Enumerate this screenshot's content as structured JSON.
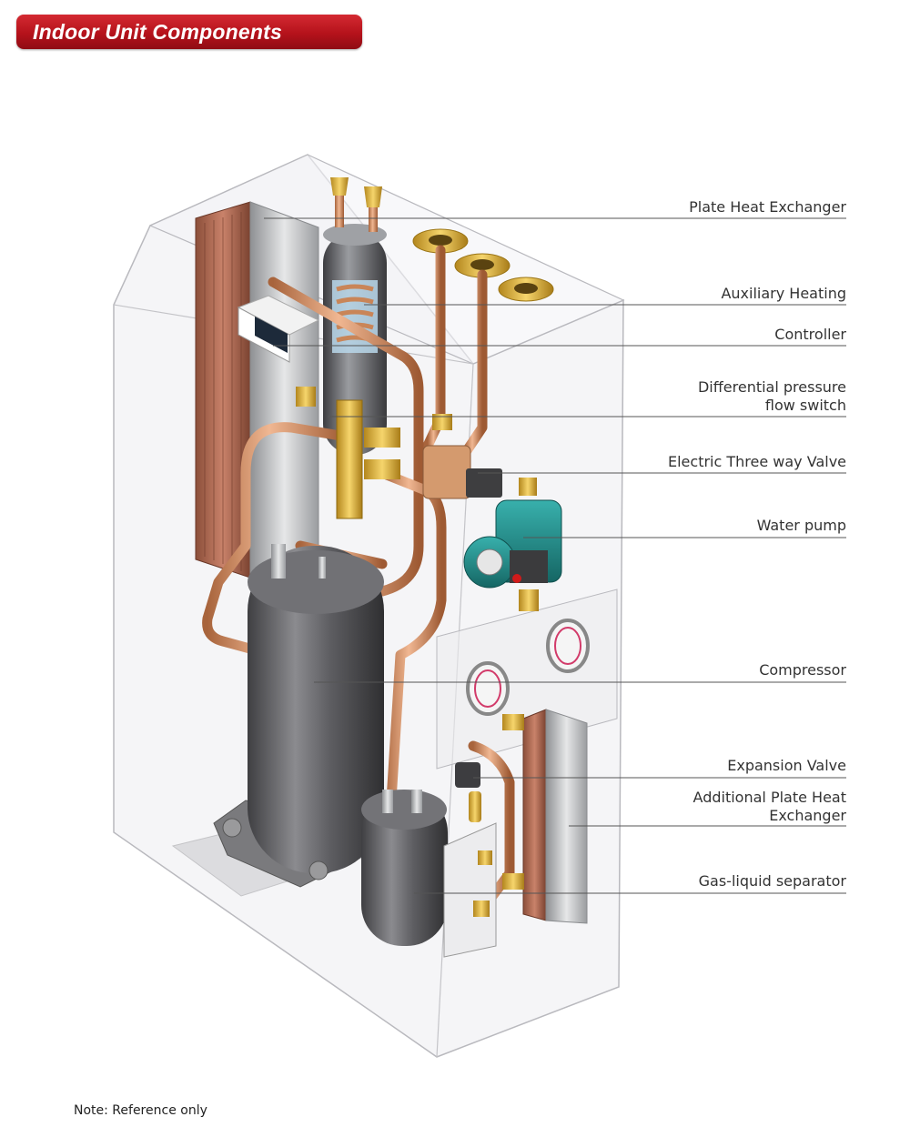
{
  "header": {
    "title": "Indoor Unit Components"
  },
  "labels": {
    "plate_heat_exchanger": "Plate Heat Exchanger",
    "auxiliary_heating": "Auxiliary Heating",
    "controller": "Controller",
    "diff_pressure_line1": "Differential pressure",
    "diff_pressure_line2": "flow switch",
    "three_way_valve": "Electric Three way Valve",
    "water_pump": "Water pump",
    "compressor": "Compressor",
    "expansion_valve": "Expansion Valve",
    "additional_phe_line1": "Additional Plate Heat",
    "additional_phe_line2": "Exchanger",
    "gas_liquid_separator": "Gas-liquid separator"
  },
  "footer": {
    "note": "Note: Reference only"
  },
  "colors": {
    "banner_red": "#b5121b",
    "copper": "#c98558",
    "brass": "#e0b43a",
    "compressor_gray": "#5b5b5e",
    "pump_teal": "#1f8a88",
    "leader_line": "#555555"
  }
}
